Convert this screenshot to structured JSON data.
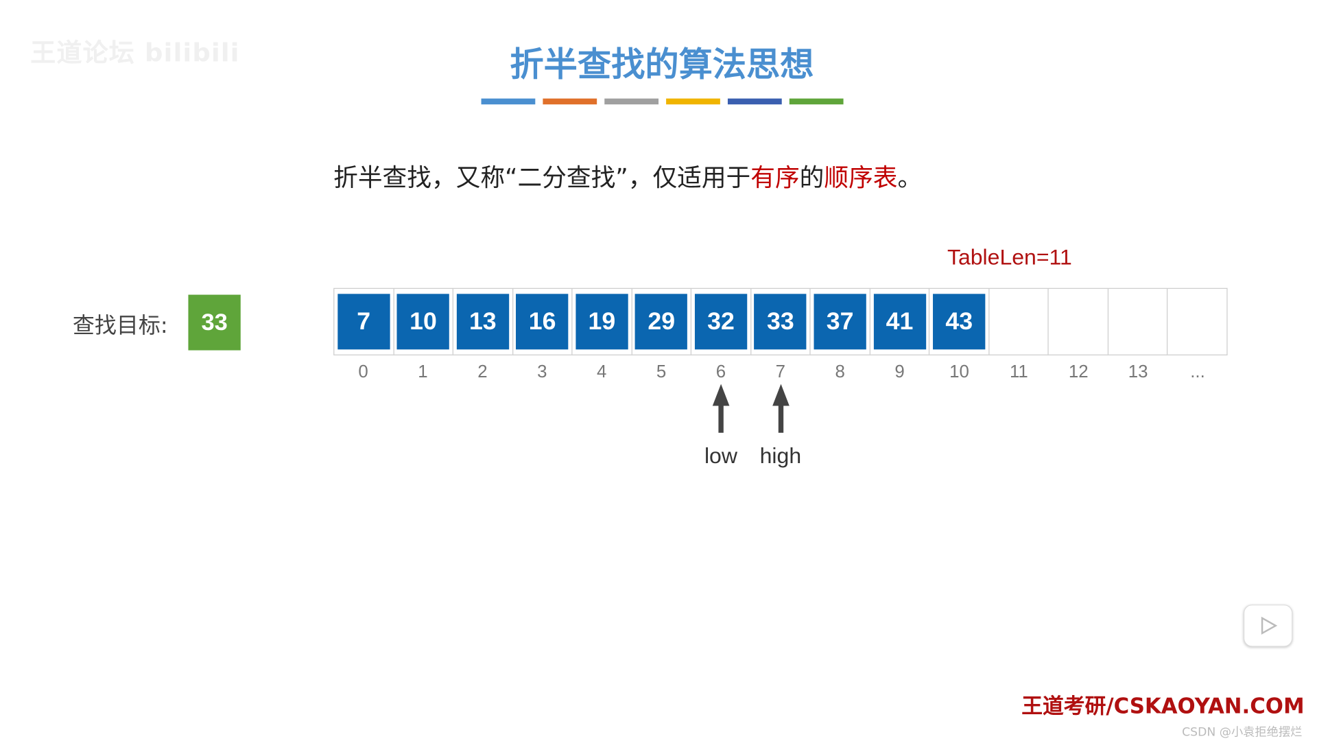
{
  "watermark": "王道论坛 bilibili",
  "title": "折半查找的算法思想",
  "title_bar_colors": [
    "#4a8fd0",
    "#e0702a",
    "#a0a0a0",
    "#f0b400",
    "#3a5fb0",
    "#5fa53a"
  ],
  "subtitle": {
    "p1": "折半查找，又称“二分查找”，仅适用于",
    "r1": "有序",
    "p2": "的",
    "r2": "顺序表",
    "p3": "。"
  },
  "table_len": "TableLen=11",
  "target": {
    "label": "查找目标:",
    "value": "33"
  },
  "array": {
    "values": [
      "7",
      "10",
      "13",
      "16",
      "19",
      "29",
      "32",
      "33",
      "37",
      "41",
      "43",
      "",
      "",
      "",
      ""
    ],
    "indices": [
      "0",
      "1",
      "2",
      "3",
      "4",
      "5",
      "6",
      "7",
      "8",
      "9",
      "10",
      "11",
      "12",
      "13",
      "..."
    ]
  },
  "pointers": {
    "low": "low",
    "low_index": 6,
    "high": "high",
    "high_index": 7
  },
  "brand": "王道考研/CSKAOYAN.COM",
  "csdn": "CSDN @小袁拒绝摆烂",
  "colors": {
    "cell": "#0b66b0",
    "target": "#5fa53a",
    "highlight": "#c00000"
  }
}
